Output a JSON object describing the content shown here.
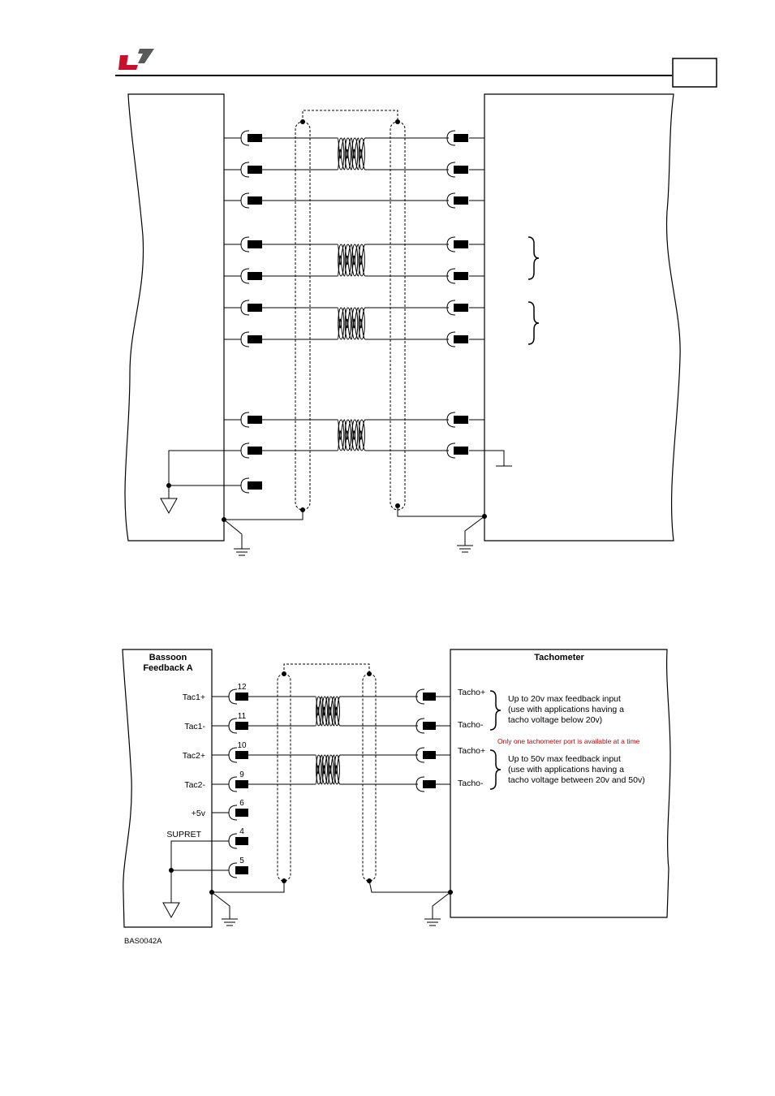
{
  "colors": {
    "logo_red": "#c8102e",
    "logo_gray": "#58595b",
    "note_red": "#cc0000",
    "line": "#000000"
  },
  "header": {
    "logo_icon": "elmo-logo-icon"
  },
  "diagram_bottom": {
    "left_block": {
      "title_line1": "Bassoon",
      "title_line2": "Feedback A"
    },
    "right_block": {
      "title": "Tachometer"
    },
    "left_pins": [
      {
        "label": "Tac1+",
        "number": "12"
      },
      {
        "label": "Tac1-",
        "number": "11"
      },
      {
        "label": "Tac2+",
        "number": "10"
      },
      {
        "label": "Tac2-",
        "number": "9"
      },
      {
        "label": "+5v",
        "number": "6"
      },
      {
        "label": "SUPRET",
        "number": "4"
      },
      {
        "label": "",
        "number": "5"
      }
    ],
    "right_pins": [
      {
        "label": "Tacho+"
      },
      {
        "label": "Tacho-"
      },
      {
        "label": "Tacho+"
      },
      {
        "label": "Tacho-"
      }
    ],
    "note1": [
      "Up to 20v max feedback input",
      "(use with applications having a",
      "tacho voltage below 20v)"
    ],
    "note2": [
      "Up to 50v max feedback input",
      "(use with applications having a",
      "tacho voltage between 20v and 50v)"
    ],
    "warning": "Only one tachometer port is available at a time",
    "figure_id": "BAS0042A"
  }
}
